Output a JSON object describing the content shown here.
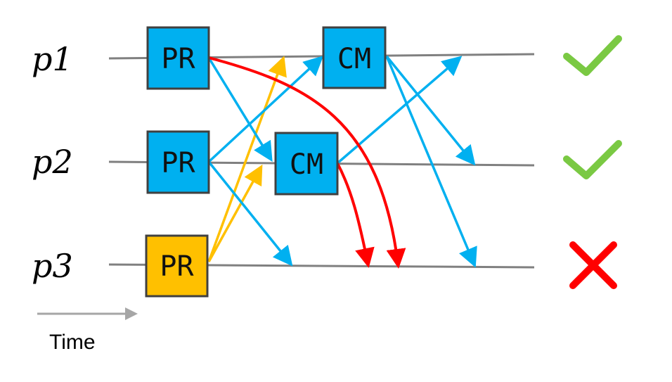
{
  "processes": [
    {
      "label": "p1",
      "status": "check-icon"
    },
    {
      "label": "p2",
      "status": "check-icon"
    },
    {
      "label": "p3",
      "status": "cross-icon"
    }
  ],
  "boxes": {
    "pr_label": "PR",
    "cm_label": "CM"
  },
  "time_label": "Time",
  "colors": {
    "blue": "#00B0F0",
    "orange": "#FFC000",
    "red": "#FF0000",
    "green": "#7AC943",
    "gray": "#808080",
    "light_gray": "#A6A6A6",
    "box_border": "#404040"
  }
}
